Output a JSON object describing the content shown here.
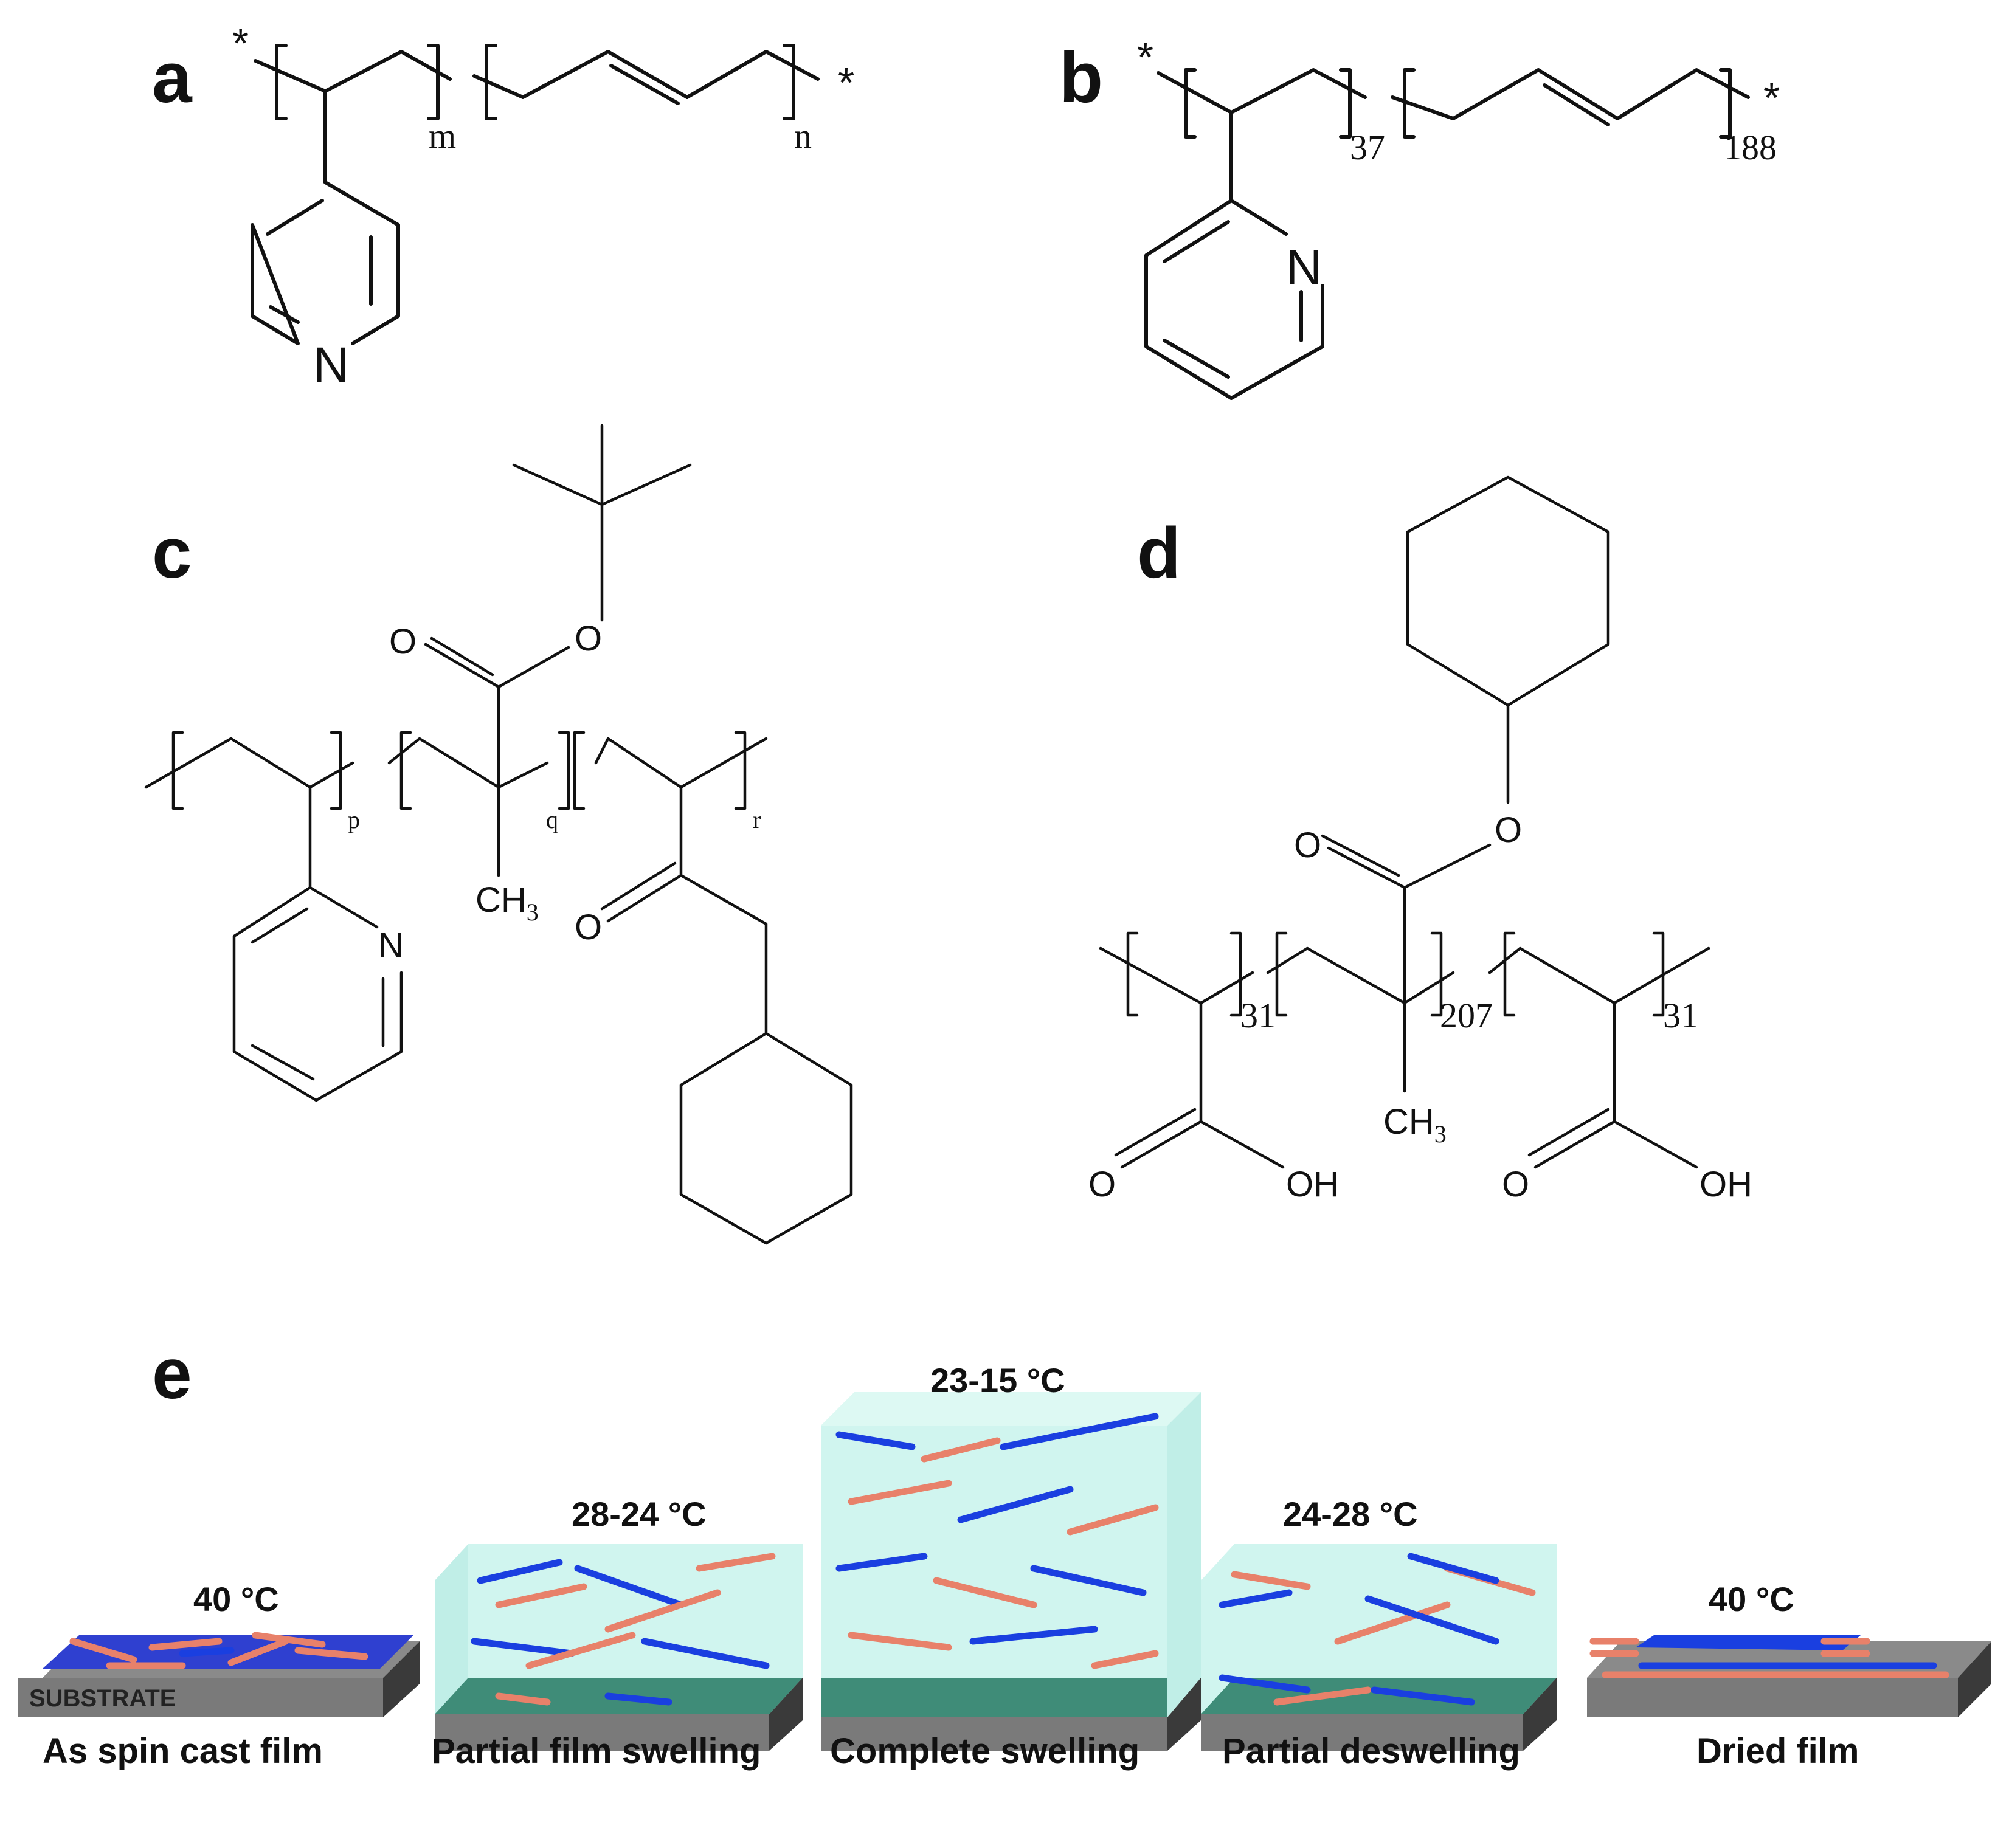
{
  "panels": {
    "a": {
      "letter": "a",
      "end_groups": [
        "*",
        "*"
      ],
      "repeat_units": [
        "m",
        "n"
      ],
      "heteroatom": "N"
    },
    "b": {
      "letter": "b",
      "end_groups": [
        "*",
        "*"
      ],
      "repeat_units": [
        "37",
        "188"
      ],
      "heteroatom": "N"
    },
    "c": {
      "letter": "c",
      "repeat_units": [
        "p",
        "q",
        "r"
      ],
      "atoms": [
        "O",
        "O",
        "N",
        "O"
      ],
      "methyl": "CH",
      "methyl_sub": "3"
    },
    "d": {
      "letter": "d",
      "repeat_units": [
        "31",
        "207",
        "31"
      ],
      "atoms": [
        "O",
        "O",
        "O",
        "OH",
        "O",
        "OH"
      ],
      "methyl": "CH",
      "methyl_sub": "3"
    },
    "e": {
      "letter": "e",
      "substrate_label": "SUBSTRATE",
      "stages": [
        {
          "temperature": "40 °C",
          "label": "As spin cast film"
        },
        {
          "temperature": "28-24 °C",
          "label": "Partial film swelling"
        },
        {
          "temperature": "23-15 °C",
          "label": "Complete swelling"
        },
        {
          "temperature": "24-28 °C",
          "label": "Partial deswelling"
        },
        {
          "temperature": "40 °C",
          "label": "Dried film"
        }
      ],
      "colors": {
        "block_blue": "#1a3fe0",
        "block_red": "#e8816a",
        "solvent": "#c8f3ec",
        "swollen_layer": "#3f8c78",
        "substrate": "#7a7a7a"
      }
    }
  }
}
